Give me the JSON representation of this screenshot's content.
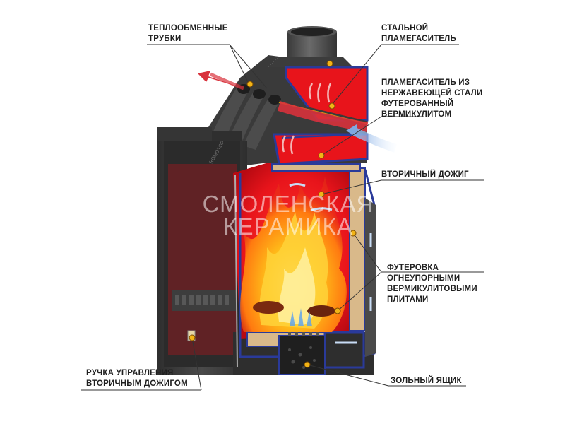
{
  "brand": "ROMOTOP",
  "watermark": {
    "line1": "СМОЛЕНСКАЯ",
    "line2": "КЕРАМИКА"
  },
  "callouts": {
    "heat_exchange_tubes": [
      "ТЕПЛООБМЕННЫЕ",
      "ТРУБКИ"
    ],
    "steel_deflector": [
      "СТАЛЬНОЙ",
      "ПЛАМЕГАСИТЕЛЬ"
    ],
    "stainless_deflector": [
      "ПЛАМЕГАСИТЕЛЬ ИЗ",
      "НЕРЖАВЕЮЩЕЙ СТАЛИ",
      "ФУТЕРОВАННЫЙ",
      "ВЕРМИКУЛИТОМ"
    ],
    "secondary_combustion": [
      "ВТОРИЧНЫЙ ДОЖИГ"
    ],
    "lining": [
      "ФУТЕРОВКА",
      "ОГНЕУПОРНЫМИ",
      "ВЕРМИКУЛИТОВЫМИ",
      "ПЛИТАМИ"
    ],
    "control_handle": [
      "РУЧКА УПРАВЛЕНИЯ",
      "ВТОРИЧНЫМ ДОЖИГОМ"
    ],
    "ash_box": [
      "ЗОЛЬНЫЙ ЯЩИК"
    ]
  },
  "colors": {
    "firebox_red": "#e8141b",
    "steel_dark": "#3b3b3b",
    "outline_blue": "#2a3a9a",
    "vermiculite": "#d9b98a",
    "flame_orange": "#ff9a1a",
    "hot_arrow": "#e0414a",
    "cold_arrow": "#8fb8e8",
    "dot": "#f2b417",
    "leader_line": "#333333"
  }
}
